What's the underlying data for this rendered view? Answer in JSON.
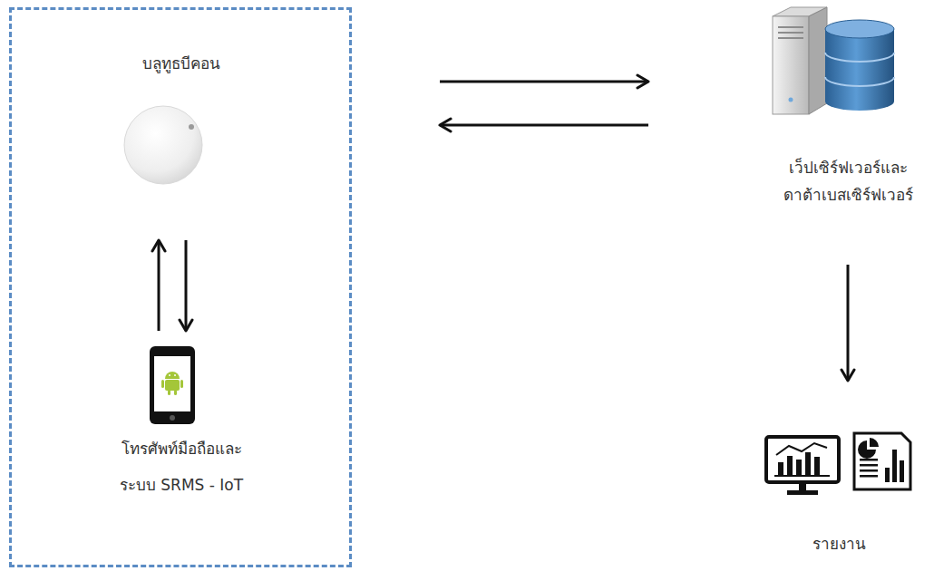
{
  "diagram": {
    "nodes": [
      {
        "text": []
      },
      {
        "text": [
          "บลูทูธบีคอน"
        ],
        "in": 0
      },
      {
        "text": [
          "โทรศัพท์มือถือและ ระบบ SRMS - IoT"
        ],
        "in": 0
      },
      {
        "text": [
          "เว็ปเซิร์ฟเวอร์และ ดาต้าเบสเซิร์ฟเวอร์"
        ]
      },
      {
        "text": [
          "รายงาน"
        ]
      }
    ],
    "edges": [
      {
        "from": 1,
        "to": 2,
        "arrow": "to"
      },
      {
        "from": 2,
        "to": 1,
        "arrow": "to"
      },
      {
        "from": 0,
        "to": 3,
        "arrow": "to"
      },
      {
        "from": 3,
        "to": 0,
        "arrow": "to"
      },
      {
        "from": 3,
        "to": 4,
        "arrow": "to"
      }
    ]
  }
}
